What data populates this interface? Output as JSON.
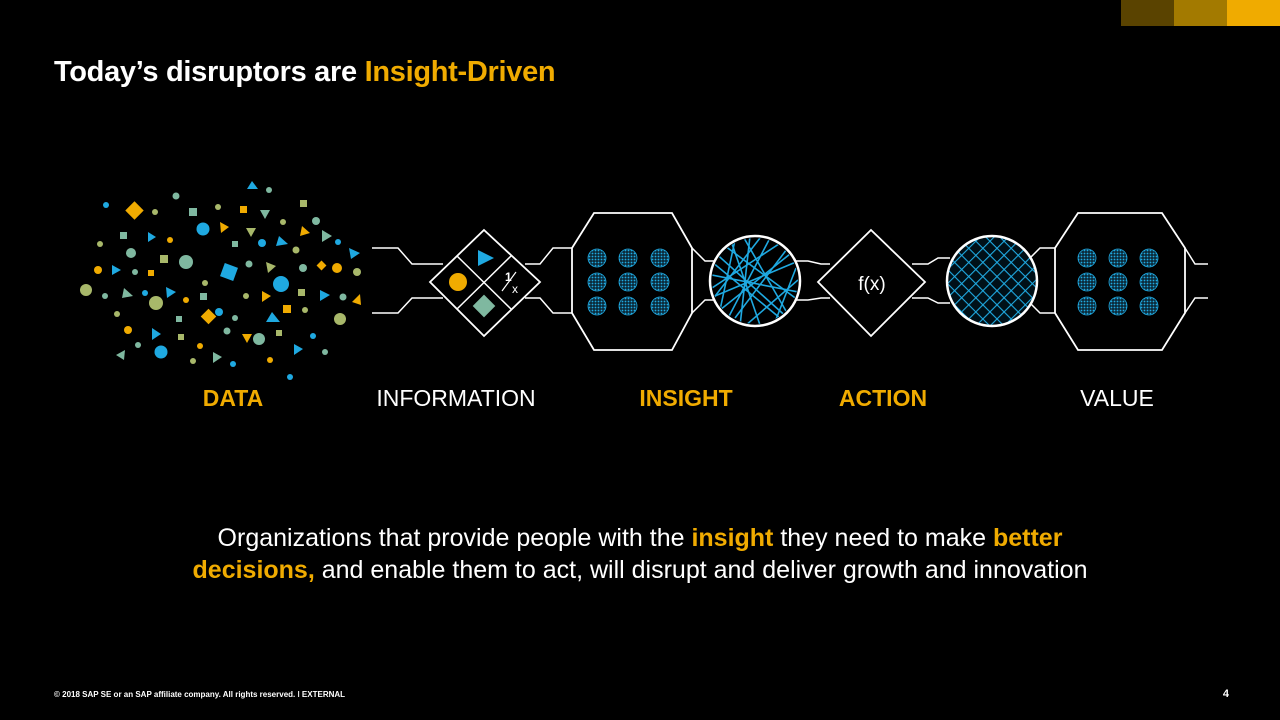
{
  "colors": {
    "background": "#000000",
    "accent": "#f0ab00",
    "text": "#ffffff",
    "diagram_blue": "#1fa9e1",
    "diagram_green": "#7fb8a0",
    "diagram_olive": "#a8b86a",
    "brand_bar": [
      "#5a4300",
      "#a37a00",
      "#f0ab00"
    ]
  },
  "title": {
    "prefix": "Today’s disruptors are ",
    "highlight": "Insight-Driven"
  },
  "diagram": {
    "function_label": "f(x)",
    "fraction_numerator": "1",
    "fraction_denominator": "x",
    "stages": [
      {
        "label": "DATA",
        "highlighted": true
      },
      {
        "label": "INFORMATION",
        "highlighted": false
      },
      {
        "label": "INSIGHT",
        "highlighted": true
      },
      {
        "label": "ACTION",
        "highlighted": true
      },
      {
        "label": "VALUE",
        "highlighted": false
      }
    ]
  },
  "tagline": {
    "part1": "Organizations that provide people with the ",
    "hl1": "insight",
    "part2": " they need to make ",
    "hl2": "better",
    "hl3": "decisions,",
    "part3": " and enable them to act, will disrupt and deliver growth and innovation"
  },
  "footer": {
    "copyright": "© 2018 SAP SE or an SAP affiliate company. All rights reserved.  ǀ   EXTERNAL",
    "page_number": "4"
  }
}
